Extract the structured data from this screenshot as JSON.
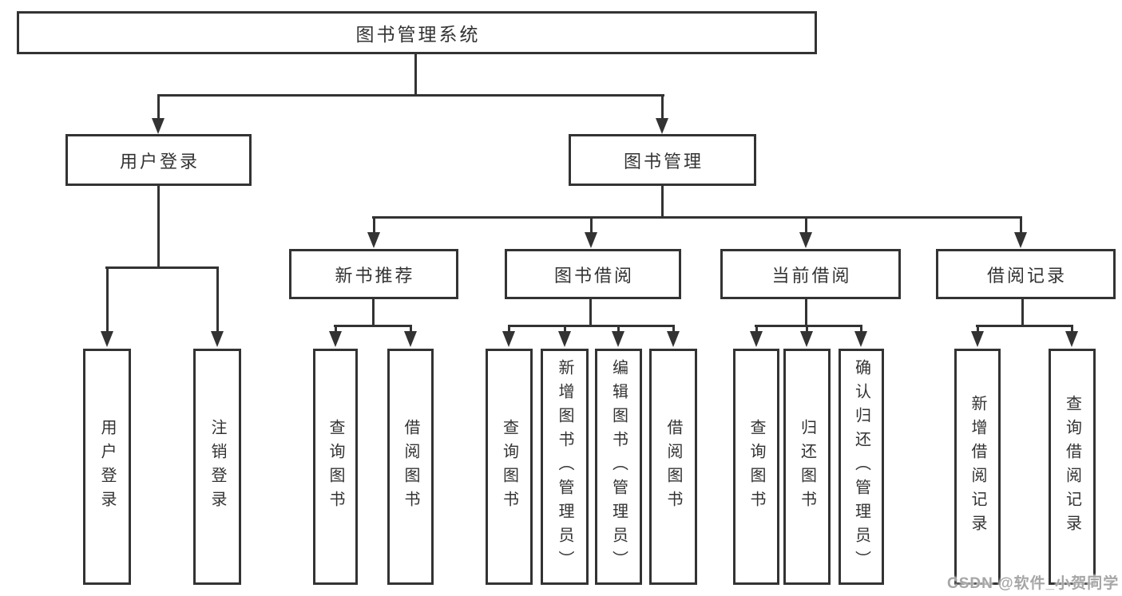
{
  "tree": {
    "label": "图书管理系统",
    "children": [
      {
        "label": "用户登录",
        "children": [
          {
            "label": "用户登录"
          },
          {
            "label": "注销登录"
          }
        ]
      },
      {
        "label": "图书管理",
        "children": [
          {
            "label": "新书推荐",
            "children": [
              {
                "label": "查询图书"
              },
              {
                "label": "借阅图书"
              }
            ]
          },
          {
            "label": "图书借阅",
            "children": [
              {
                "label": "查询图书"
              },
              {
                "label": "新增图书（管理员）"
              },
              {
                "label": "编辑图书（管理员）"
              },
              {
                "label": "借阅图书"
              }
            ]
          },
          {
            "label": "当前借阅",
            "children": [
              {
                "label": "查询图书"
              },
              {
                "label": "归还图书"
              },
              {
                "label": "确认归还（管理员）"
              }
            ]
          },
          {
            "label": "借阅记录",
            "children": [
              {
                "label": "新增借阅记录"
              },
              {
                "label": "查询借阅记录"
              }
            ]
          }
        ]
      }
    ]
  },
  "watermark": {
    "text": "CSDN @软件_小贺同学"
  },
  "colors": {
    "line": "#333333",
    "box_border": "#333333",
    "box_fill": "#ffffff",
    "text": "#333333",
    "watermark": "#a6a6a6",
    "background": "#ffffff"
  }
}
